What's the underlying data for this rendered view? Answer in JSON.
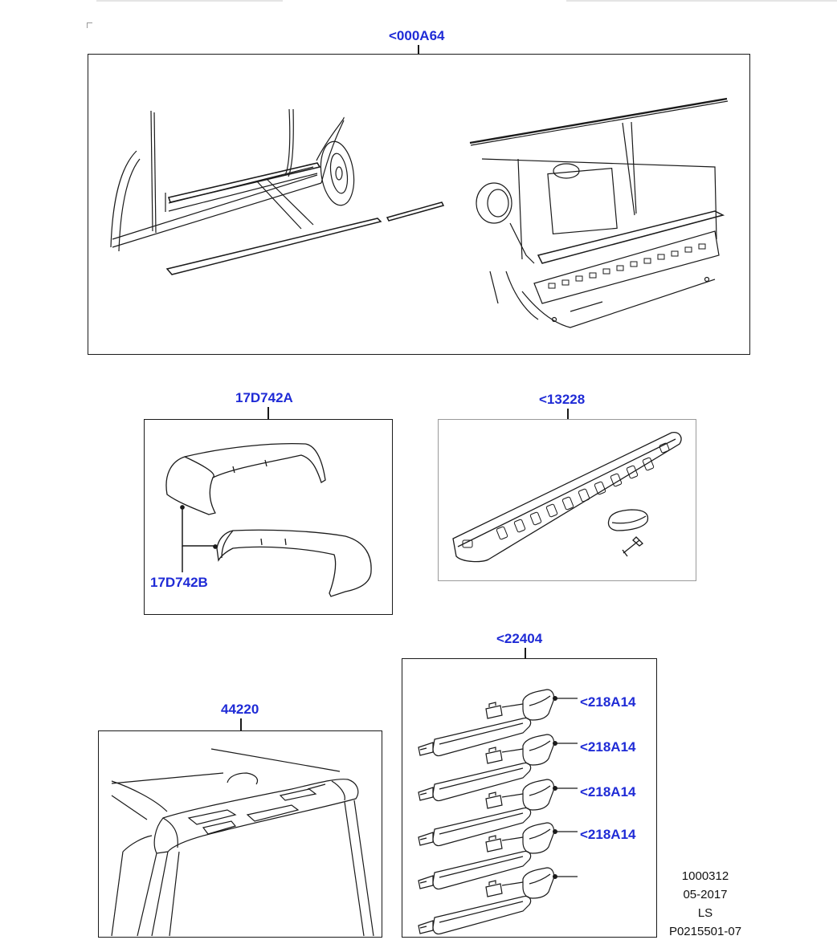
{
  "diagram": {
    "callouts": {
      "main": "<000A64",
      "mirror_cap_a": "17D742A",
      "mirror_cap_b": "17D742B",
      "bumper_protector": "<13228",
      "door_handles": "<22404",
      "handle_cover_1": "<218A14",
      "handle_cover_2": "<218A14",
      "handle_cover_3": "<218A14",
      "handle_cover_4": "<218A14",
      "spoiler": "44220"
    },
    "footer": {
      "line1": "1000312",
      "line2": "05-2017",
      "line3": "LS",
      "line4": "P0215501-07"
    },
    "colors": {
      "callout": "#1f2bd6",
      "line": "#1a1a1a",
      "frame_grey": "#9a9a9a"
    }
  }
}
